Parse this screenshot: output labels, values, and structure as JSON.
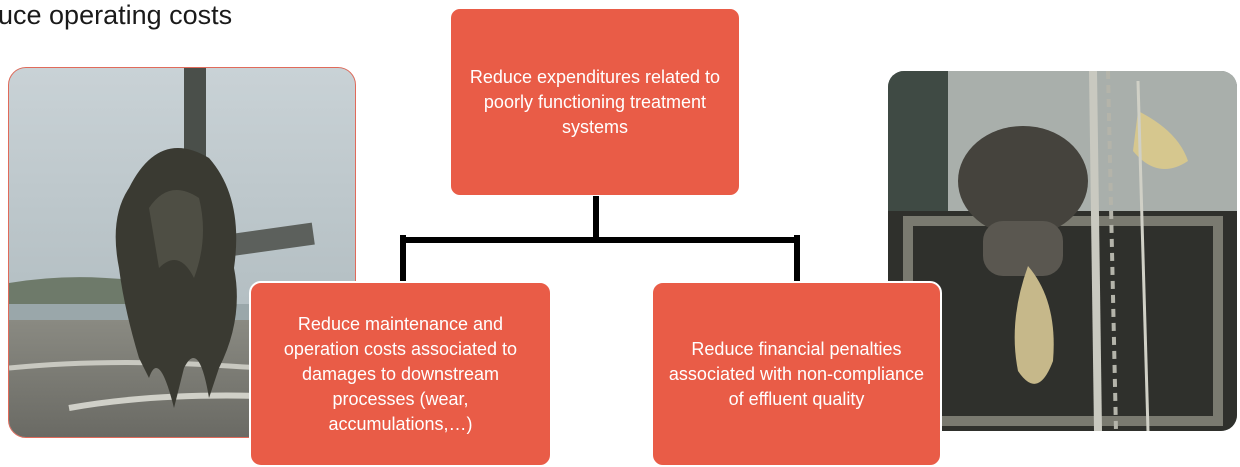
{
  "slide": {
    "title": "uce operating costs"
  },
  "diagram": {
    "root": {
      "text": "Reduce expenditures related to poorly functioning treatment systems"
    },
    "children": [
      {
        "text": "Reduce maintenance and operation costs associated to damages to downstream processes (wear, accumulations,…)"
      },
      {
        "text": "Reduce financial penalties associated with non-compliance of effluent quality"
      }
    ]
  },
  "colors": {
    "box_fill": "#e95c47",
    "box_text": "#ffffff",
    "connector": "#000000"
  },
  "images": {
    "left": "ragging-mass-on-pump-photo",
    "right": "clogged-pump-in-wet-well-photo"
  }
}
